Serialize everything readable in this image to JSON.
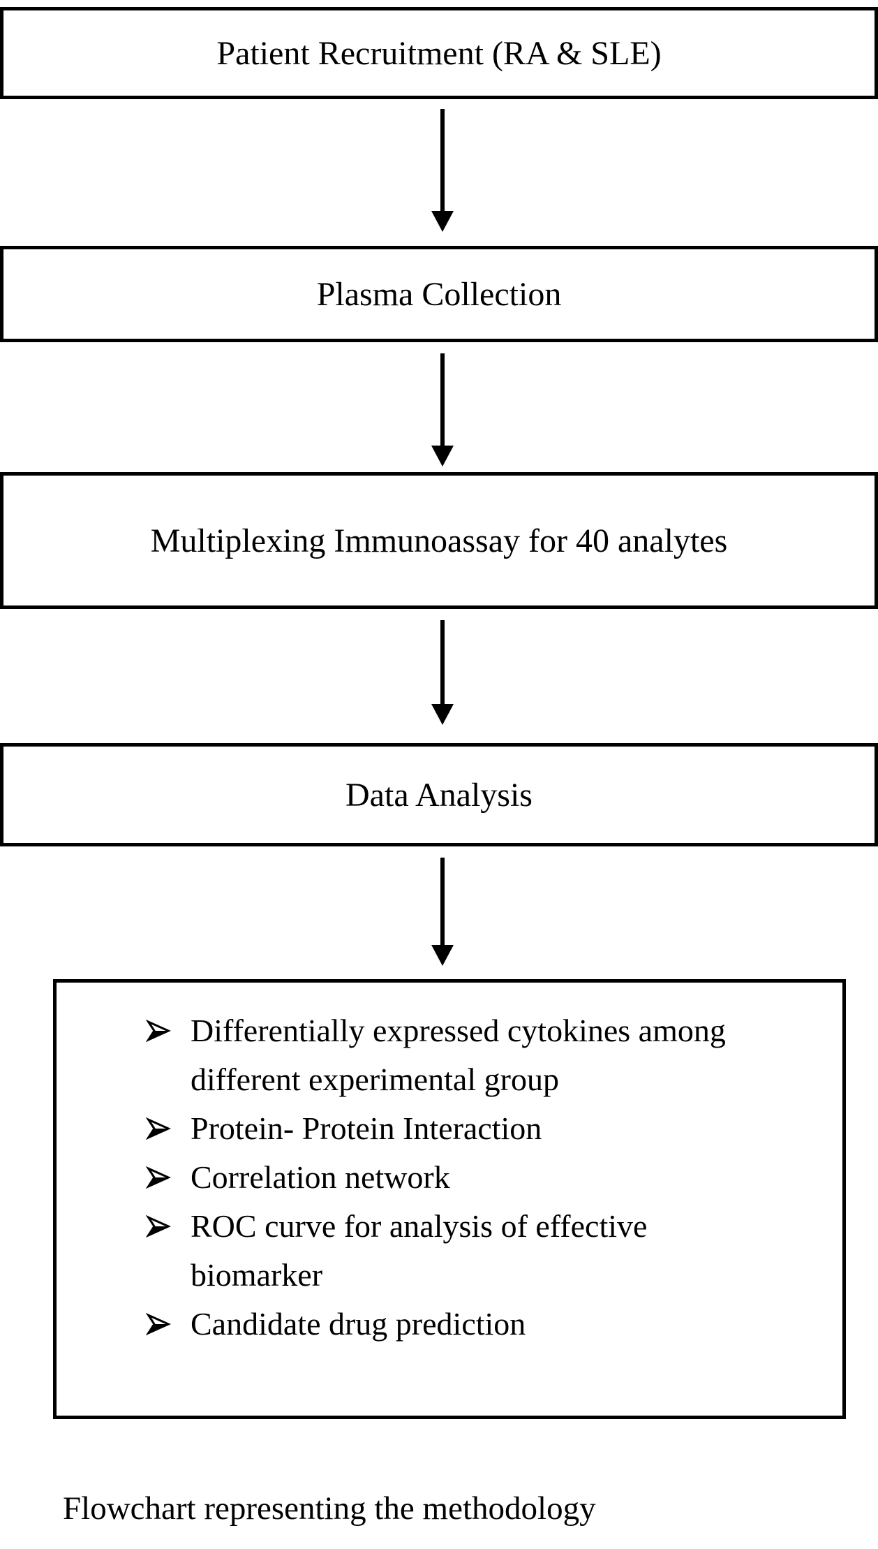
{
  "ink_color": "#000000",
  "flowchart": {
    "boxes": [
      {
        "label": "Patient Recruitment (RA & SLE)"
      },
      {
        "label": "Plasma Collection"
      },
      {
        "label": "Multiplexing Immunoassay for 40 analytes"
      },
      {
        "label": "Data Analysis"
      }
    ],
    "analysis": {
      "items": [
        "Differentially expressed cytokines among different experimental group",
        "Protein- Protein Interaction",
        "Correlation network",
        "ROC curve for analysis of effective biomarker",
        "Candidate drug prediction"
      ]
    },
    "caption": "Flowchart representing the methodology"
  }
}
